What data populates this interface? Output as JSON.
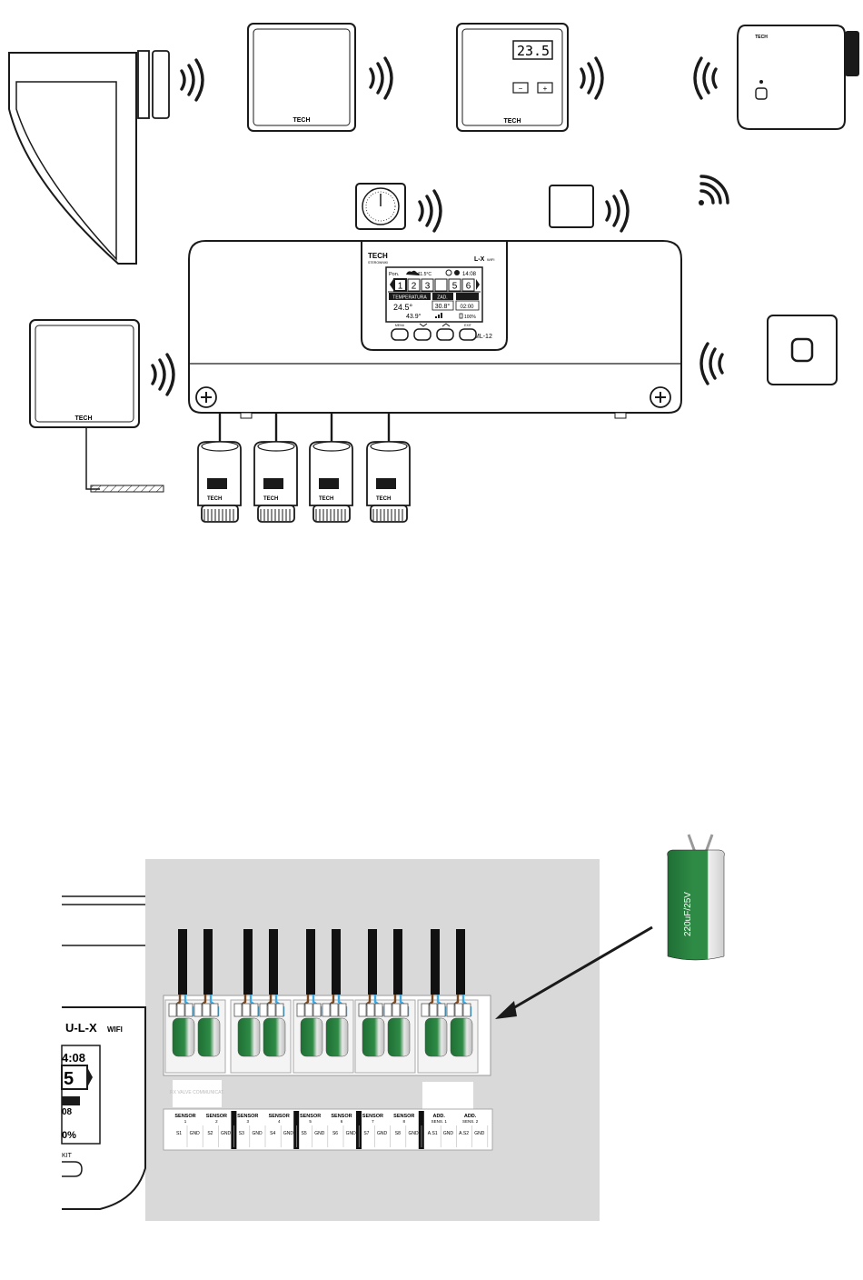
{
  "colors": {
    "line": "#1a1a1a",
    "panel_gray": "#d9d9d9",
    "capacitor_green": "#2e8b45",
    "capacitor_dark": "#1f6e34",
    "wire_brown": "#7a4a22",
    "wire_blue": "#3da9e0"
  },
  "devices": {
    "sensor_brand": "TECH",
    "regulator_brand": "TECH",
    "regulator_display": "23.5",
    "regulator_minus": "−",
    "regulator_plus": "+",
    "head_brand": "TECH",
    "floor_sensor_brand": "TECH",
    "actuator_brand": "TECH"
  },
  "controller": {
    "brand": "TECH",
    "brand_sub": "STEROWNIKI",
    "model": "L-X",
    "model_wifi": "WIFI",
    "model_side": "ML-12",
    "screen": {
      "day": "Pon.",
      "outdoor_temp": "11.5°C",
      "time": "14:08",
      "zones": [
        "1",
        "2",
        "3",
        "",
        "5",
        "6"
      ],
      "temp_header": "TEMPERATURA",
      "temp_value": "24.5°",
      "floor_value": "43.9°",
      "set_header": "ZAD.",
      "set_value": "30.8°",
      "time_value": "02:00",
      "battery": "100%"
    },
    "buttons": [
      "MENU",
      "",
      "",
      "EXIT"
    ]
  },
  "wiring": {
    "module_title": "U-L-X",
    "module_wifi": "WIFI",
    "module_time_fragment": "4:08",
    "module_zone_fragment": "5",
    "module_small_fragment": "08",
    "module_percent_fragment": "0%",
    "module_exit_fragment": "KIT",
    "valves_label": "RX VALVE COMMUNICAT.",
    "sensor_labels": [
      [
        "SENSOR",
        "1"
      ],
      [
        "SENSOR",
        "2"
      ],
      [
        "SENSOR",
        "3"
      ],
      [
        "SENSOR",
        "4"
      ],
      [
        "SENSOR",
        "5"
      ],
      [
        "SENSOR",
        "6"
      ],
      [
        "SENSOR",
        "7"
      ],
      [
        "SENSOR",
        "8"
      ],
      [
        "ADD.",
        "SENS. 1"
      ],
      [
        "ADD.",
        "SENS. 2"
      ]
    ],
    "pin_labels": [
      "S1",
      "GND",
      "S2",
      "GND",
      "S3",
      "GND",
      "S4",
      "GND",
      "S5",
      "GND",
      "S6",
      "GND",
      "S7",
      "GND",
      "S8",
      "GND",
      "A.S1",
      "GND",
      "A.S2",
      "GND"
    ],
    "capacitor_label": "220uF/25V"
  }
}
